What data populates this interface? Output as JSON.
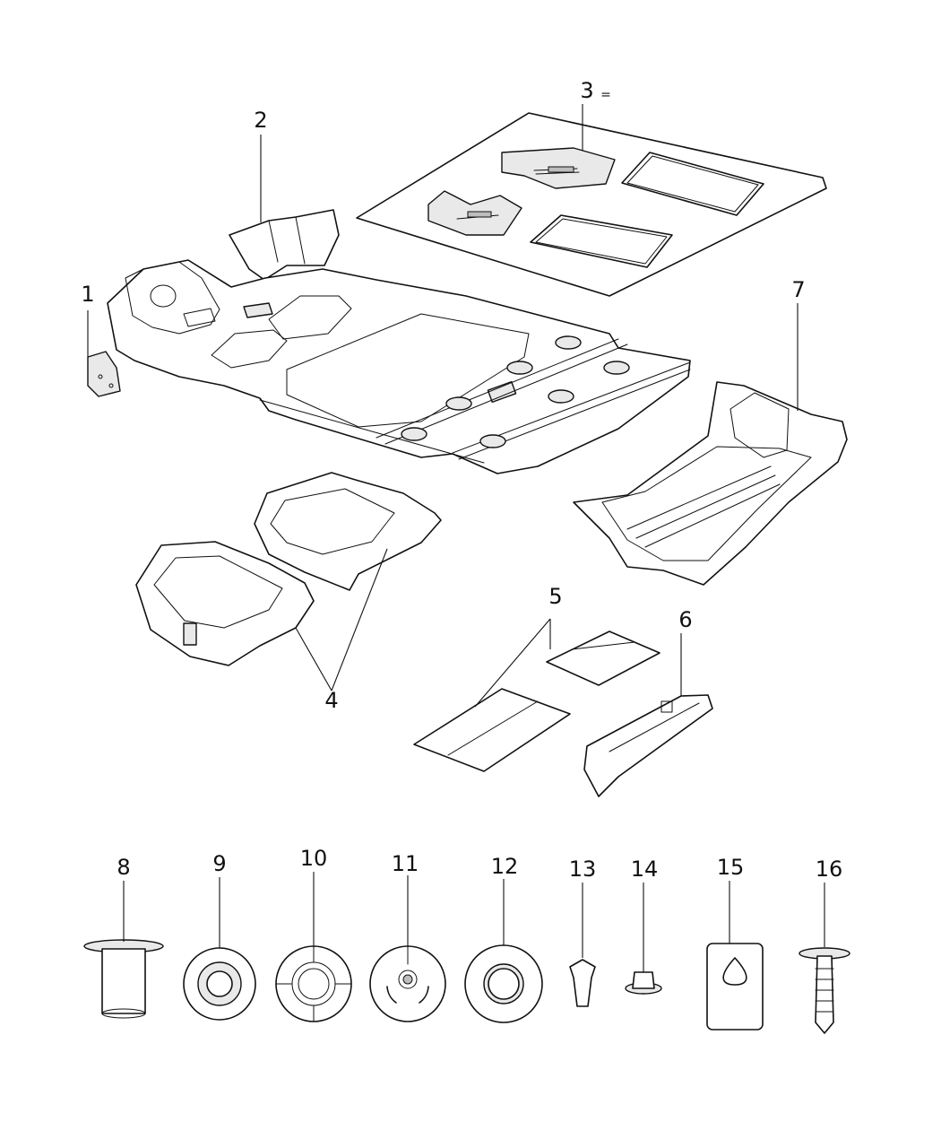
{
  "callouts": {
    "c1": "1",
    "c2": "2",
    "c3": "3",
    "c3_suffix": "=",
    "c4": "4",
    "c5": "5",
    "c6": "6",
    "c7": "7",
    "c8": "8",
    "c9": "9",
    "c10": "10",
    "c11": "11",
    "c12": "12",
    "c13": "13",
    "c14": "14",
    "c15": "15",
    "c16": "16"
  },
  "icons": {
    "part1": "bracket-icon",
    "part2": "carpet-front-panel-icon",
    "part3": "floor-mat-set-icon",
    "part4": "storage-bin-icon",
    "part5": "cover-panel-icon",
    "part6": "rail-bracket-icon",
    "part7": "cargo-tray-icon",
    "part8": "fastener-sleeve-icon",
    "part9": "grommet-icon",
    "part10": "plug-icon",
    "part11": "retainer-icon",
    "part12": "seal-plug-icon",
    "part13": "push-pin-icon",
    "part14": "nut-icon",
    "part15": "label-tag-icon",
    "part16": "push-rivet-icon"
  }
}
